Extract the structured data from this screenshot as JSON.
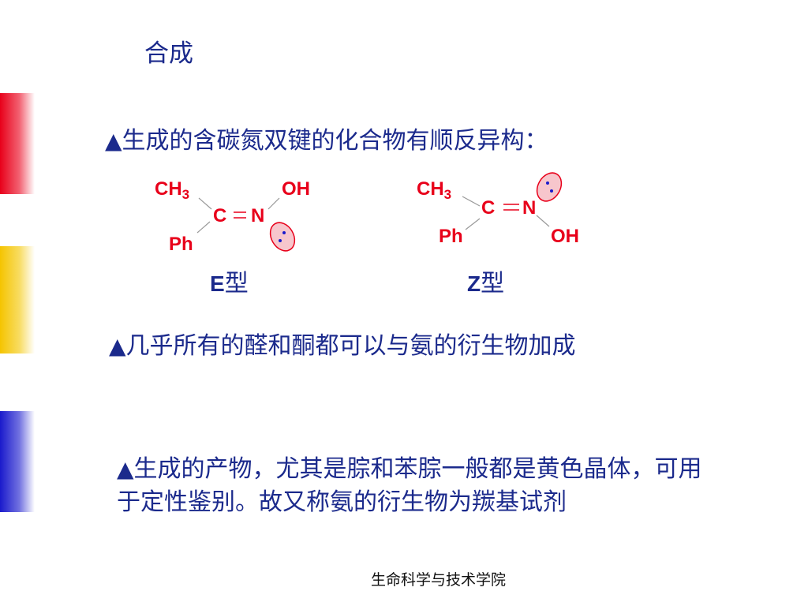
{
  "title": "合成",
  "bullet": "▲",
  "paragraphs": {
    "p1": "生成的含碳氮双键的化合物有顺反异构：",
    "p2": "几乎所有的醛和酮都可以与氨的衍生物加成",
    "p3": "生成的产物，尤其是腙和苯腙一般都是黄色晶体，可用于定性鉴别。故又称氨的衍生物为羰基试剂"
  },
  "structures": {
    "atoms": {
      "ch": "CH",
      "three": "3",
      "c": "C",
      "n": "N",
      "oh": "OH",
      "ph": "Ph"
    },
    "e_label": {
      "symbol": "E",
      "suffix": "型"
    },
    "z_label": {
      "symbol": "Z",
      "suffix": "型"
    }
  },
  "footer": "生命科学与技术学院",
  "colors": {
    "text": "#1b2a8c",
    "chem": "#e8001a",
    "lone_pair_fill": "#f7c6cc",
    "lone_pair_dot": "#1a1acc"
  }
}
